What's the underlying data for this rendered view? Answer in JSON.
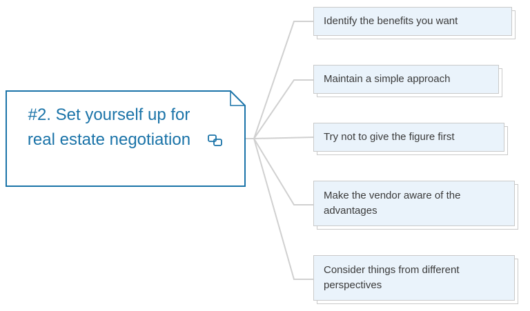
{
  "central_topic": {
    "title": "#2. Set yourself up for real estate negotiation",
    "icon": "linked-topic-icon",
    "color": "#1a73a8"
  },
  "subtopics": [
    {
      "label": "Identify the benefits you want"
    },
    {
      "label": "Maintain a simple approach"
    },
    {
      "label": "Try not to give the figure first"
    },
    {
      "label": "Make the vendor aware of the advantages"
    },
    {
      "label": "Consider things from different perspectives"
    }
  ],
  "colors": {
    "card_fill": "#eaf3fb",
    "card_border": "#c9c9c9",
    "connector": "#d0d0d0",
    "text": "#3a3a3a"
  }
}
